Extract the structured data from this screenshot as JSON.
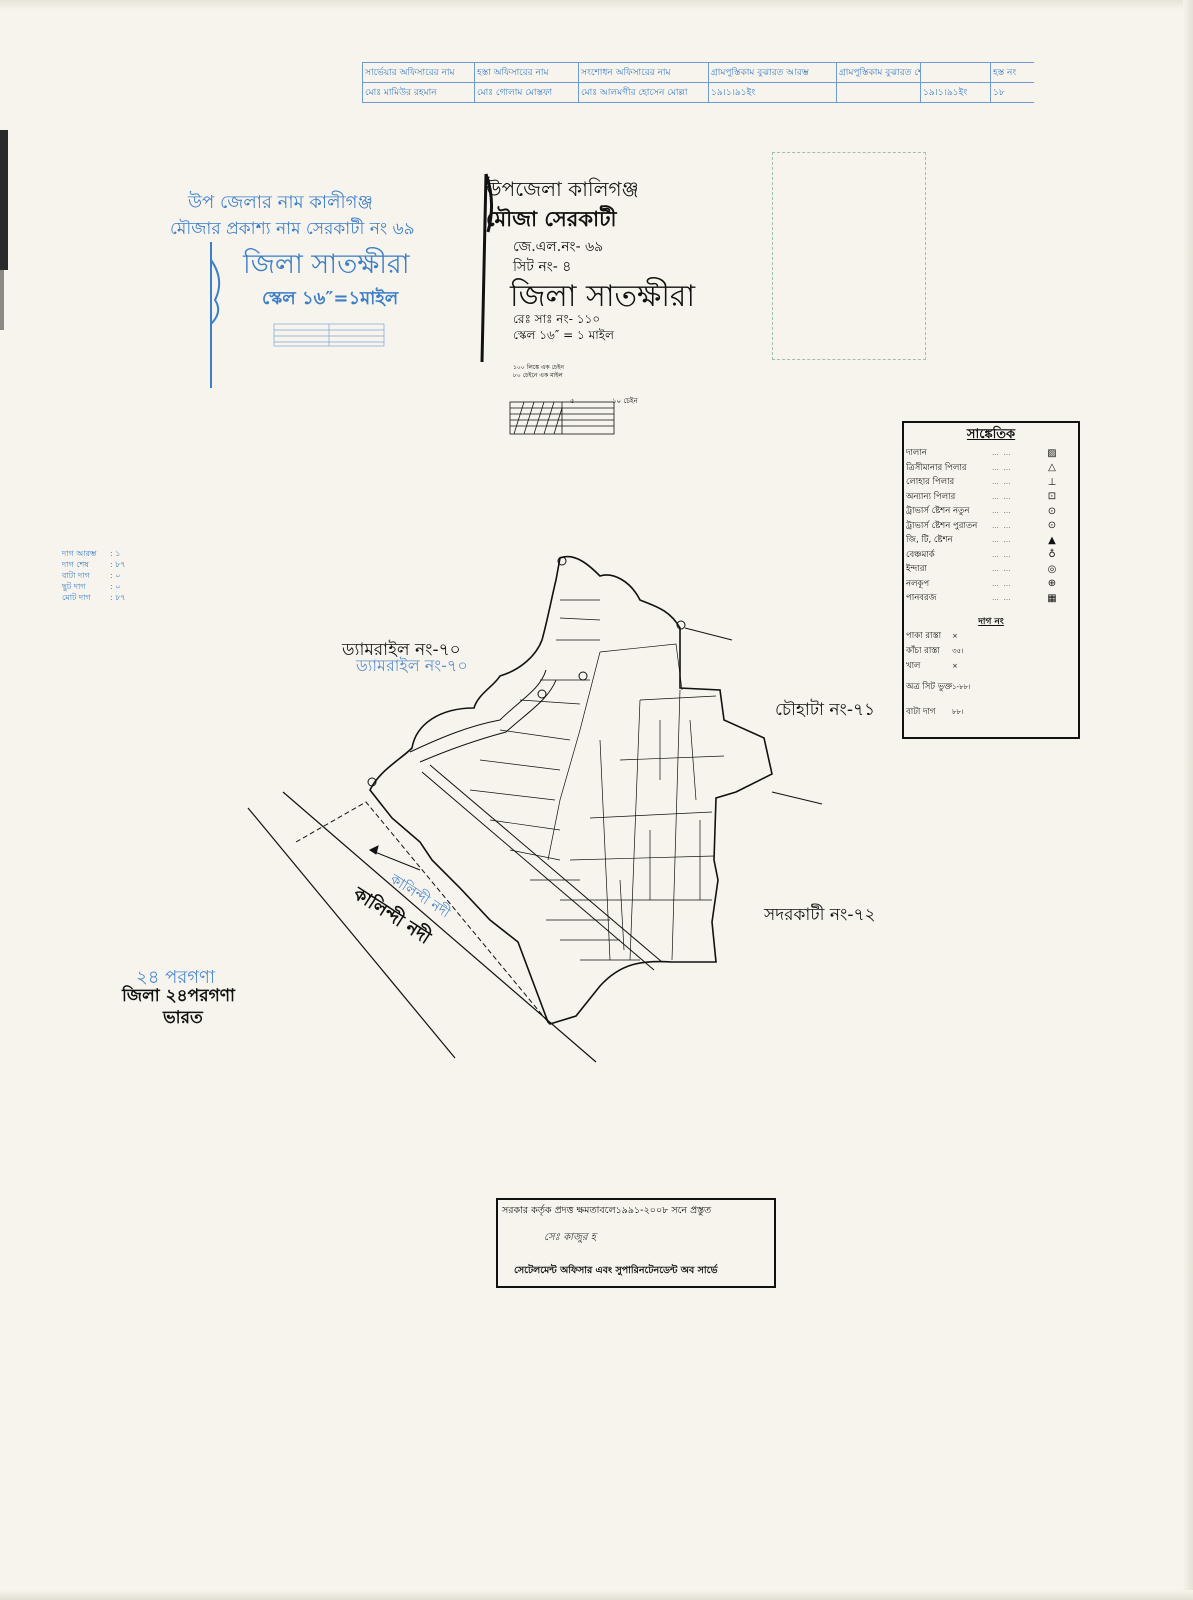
{
  "header_table": {
    "headings": [
      "সার্ভেয়ার অফিসারের নাম",
      "হস্তা অফিসারের নাম",
      "সংশোধন অফিসারের নাম",
      "গ্রামপুস্তিকাম বুঝারত আরম্ভ",
      "গ্রামপুস্তিকাম বুঝারত শেষ",
      "",
      "হস্ত নং"
    ],
    "values": [
      "মোঃ মামিউর রহমান",
      "মোঃ গোলাম মোস্তফা",
      "মোঃ আলমগীর হোসেন মোল্লা",
      "১৯।১।৯১ইং",
      "",
      "১৯।১।৯১ইং",
      "১৮"
    ]
  },
  "blue_stamp": {
    "line1": "উপ জেলার নাম কালীগঞ্জ",
    "line2": "মৌজার প্রকাশ্য নাম সেরকাটী নং ৬৯",
    "line3": "জিলা সাতক্ষীরা",
    "line4": "স্কেল ১৬″=১মাইল"
  },
  "black_stamp": {
    "upazila": "উপজেলা কালিগঞ্জ",
    "mouza": "মৌজা সেরকাটী",
    "jl_no": "জে.এল.নং- ৬৯",
    "sheet_no": "সিট নং- ৪",
    "district": "জিলা সাতক্ষীরা",
    "reg_no": "রেঃ সাঃ নং- ১১০",
    "scale": "স্কেল ১৬″ = ১ মাইল",
    "chain_note_1": "১০০ লিঙ্কে এক চেইন",
    "chain_note_2": "৮০ চেইনে এক মাইল",
    "scale_bar_5": "৫",
    "scale_bar_10": "১০ চেইন"
  },
  "legend": {
    "title": "সাঙ্কেতিক",
    "items": [
      {
        "name": "দালান",
        "symbol": "▨"
      },
      {
        "name": "ত্রিসীমানার পিলার",
        "symbol": "△"
      },
      {
        "name": "লোহার পিলার",
        "symbol": "⊥"
      },
      {
        "name": "অন্যান্য পিলার",
        "symbol": "⊡"
      },
      {
        "name": "ট্রাভার্স ষ্টেশন নতুন",
        "symbol": "⊙"
      },
      {
        "name": "ট্রাভার্স ষ্টেশন পুরাতন",
        "symbol": "⊙"
      },
      {
        "name": "জি, টি, ষ্টেশন",
        "symbol": "▲"
      },
      {
        "name": "বেঞ্চমার্ক",
        "symbol": "♁"
      },
      {
        "name": "ইন্দারা",
        "symbol": "◎"
      },
      {
        "name": "নলকূপ",
        "symbol": "⊕"
      },
      {
        "name": "পানবরজ",
        "symbol": "▦"
      }
    ],
    "subtitle": "দাগ নং",
    "road_items": [
      {
        "name": "পাকা রাস্তা",
        "value": "×"
      },
      {
        "name": "কাঁচা রাস্তা",
        "value": "৩৫।"
      },
      {
        "name": "খাল",
        "value": "×"
      },
      {
        "name": "অত্র সিট ভুক্ত",
        "value": "১-৮৮।"
      },
      {
        "name": "বাটা দাগ",
        "value": "৮৮।"
      }
    ]
  },
  "stats": [
    {
      "label": "দাগ আরম্ভ",
      "value": ": ১"
    },
    {
      "label": "দাগ শেষ",
      "value": ": ৮৭"
    },
    {
      "label": "বাটা দাগ",
      "value": ": ০"
    },
    {
      "label": "ছুট দাগ",
      "value": ": ০"
    },
    {
      "label": "মোট দাগ",
      "value": ": ৮৭"
    }
  ],
  "map_labels": {
    "west_mouza": "ড্যামরাইল নং-৭০",
    "west_mouza_blue": "ড্যামরাইল নং-৭০",
    "east_mouza": "চৌহাটা নং-৭১",
    "south_east_mouza": "সদরকাটী নং-৭২",
    "district_blue": "২৪ পরগণা",
    "district": "জিলা ২৪পরগণা",
    "country": "ভারত",
    "river": "কালিন্দী নদী",
    "river_blue": "কালিন্দী নদী"
  },
  "certificate": {
    "line1": "সরকার কর্তৃক প্রদত্ত ক্ষমতাবলে১৯৯১-২০০৮ সনে প্রস্তুত",
    "signature": "সেঃ কাজুর হ",
    "line2": "সেটেলমেন্ট অফিসার এবং সুপারিনটেনডেন্ট অব সার্ভে"
  },
  "colors": {
    "ink": "#111111",
    "blue_stamp": "#3c7ec8",
    "paper": "#f6f4ec",
    "green_stamp": "#7da58c"
  }
}
